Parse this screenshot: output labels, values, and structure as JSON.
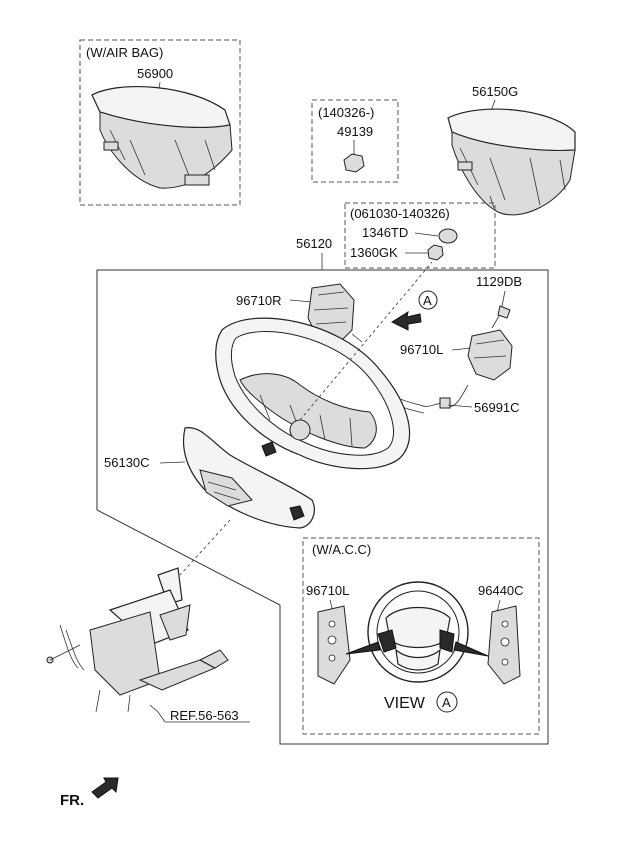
{
  "callouts": {
    "airbag_group": "(W/AIR BAG)",
    "airbag_part": "56900",
    "date_range_1": "(140326-)",
    "part_49139": "49139",
    "airbag_g": "56150G",
    "date_range_2": "(061030-140326)",
    "part_1346td": "1346TD",
    "part_1360gk": "1360GK",
    "wheel_assy": "56120",
    "switch_r": "96710R",
    "bolt": "1129DB",
    "switch_l": "96710L",
    "harness": "56991C",
    "lower_cover": "56130C",
    "acc_group": "(W/A.C.C)",
    "acc_switch_l": "96710L",
    "acc_switch_r": "96440C",
    "view_label": "VIEW",
    "view_letter": "A",
    "arrow_letter": "A",
    "ref": "REF.56-563",
    "front": "FR."
  }
}
